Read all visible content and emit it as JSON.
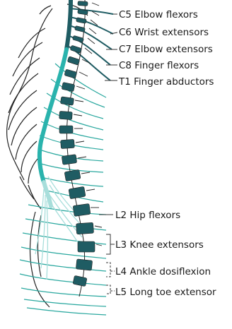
{
  "labels": {
    "c5": "C5 Elbow flexors",
    "c6": "C6 Wrist extensors",
    "c7": "C7 Elbow extensors",
    "c8": "C8 Finger flexors",
    "t1": "T1 Finger abductors",
    "l2": "L2 Hip flexors",
    "l3": "L3 Knee extensors",
    "l4": "L4 Ankle dosiflexion",
    "l5": "L5 Long toe extensor"
  },
  "colors": {
    "cervical_cord": "#1f5c63",
    "thoracic_cord": "#2ab3ad",
    "lumbar_nerves": "#a8dedb",
    "nerve": "#2aa89f",
    "vertebra": "#1f5c63",
    "bone_outline": "#222222"
  }
}
